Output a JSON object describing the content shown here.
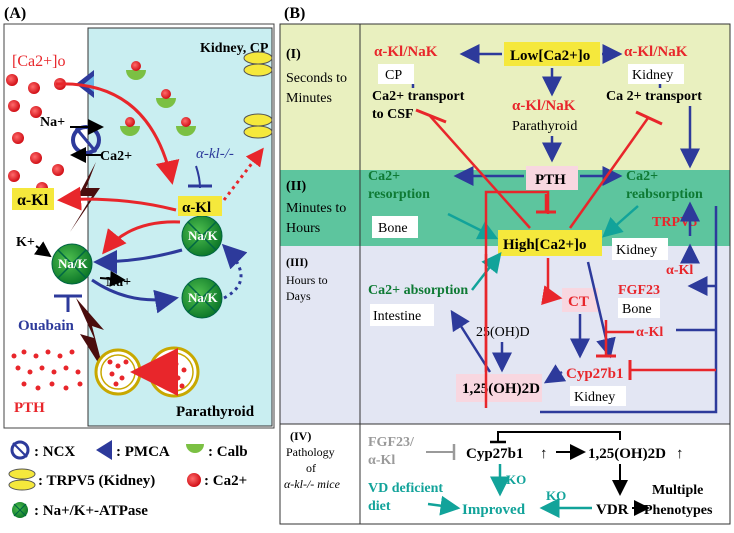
{
  "panelA": {
    "label": "(A)",
    "ca_out": "[Ca2+]o",
    "kidney_cp": "Kidney, CP",
    "na_plus": "Na+",
    "ca2_plus": "Ca2+",
    "alpha_kl_left": "α-Kl",
    "alpha_kl_center": "α-Kl",
    "kl_knockout": "α-kl-/-",
    "k_plus": "K+",
    "na_plus_2": "Na+",
    "nak_1": "Na/K",
    "nak_2": "Na/K",
    "nak_3": "Na/K",
    "ouabain": "Ouabain",
    "pth": "PTH",
    "parathyroid": "Parathyroid"
  },
  "legend": {
    "ncx": ": NCX",
    "pmca": ": PMCA",
    "calb": ": Calb",
    "trpv5": ": TRPV5 (Kidney)",
    "ca": ": Ca2+",
    "atpase": ": Na+/K+-ATPase"
  },
  "panelB": {
    "label": "(B)",
    "row1": {
      "roman": "(I)",
      "line1": "Seconds to",
      "line2": "Minutes"
    },
    "row2": {
      "roman": "(II)",
      "line1": "Minutes to",
      "line2": "Hours"
    },
    "row3": {
      "roman": "(III)",
      "line1": "Hours to",
      "line2": "Days"
    },
    "row4": {
      "roman": "(IV)",
      "line1": "Pathology",
      "line2": "of",
      "line3": "α-kl-/- mice"
    },
    "kl_nak_left": "α-Kl/NaK",
    "cp": "CP",
    "low_ca": "Low[Ca2+]o",
    "kl_nak_right": "α-Kl/NaK",
    "kidney_top": "Kidney",
    "ca_transport_csf_1": "Ca2+ transport",
    "ca_transport_csf_2": "to CSF",
    "kl_nak_center": "α-Kl/NaK",
    "parathyroid": "Parathyroid",
    "ca_transport_right": "Ca 2+ transport",
    "ca_resorption_1": "Ca2+",
    "ca_resorption_2": "resorption",
    "pth": "PTH",
    "ca_reabsorption_1": "Ca2+",
    "ca_reabsorption_2": "reabsorption",
    "bone": "Bone",
    "trpv5": "TRPV5",
    "high_ca": "High[Ca2+]o",
    "kidney_mid": "Kidney",
    "alpha_kl_1": "α-Kl",
    "ca_absorption": "Ca2+ absorption",
    "ct": "CT",
    "fgf23": "FGF23",
    "bone_2": "Bone",
    "intestine": "Intestine",
    "oh_d": "25(OH)D",
    "alpha_kl_2": "α-Kl",
    "cyp27b1": "Cyp27b1",
    "oh2_d": "1,25(OH)2D",
    "kidney_bottom": "Kidney",
    "fgf23_kl_1": "FGF23/",
    "fgf23_kl_2": "α-Kl",
    "cyp27b1_iv": "Cyp27b1",
    "oh2_d_iv": "1,25(OH)2D",
    "ko_1": "KO",
    "ko_2": "KO",
    "vd_diet_1": "VD deficient",
    "vd_diet_2": "diet",
    "improved": "Improved",
    "vdr": "VDR",
    "multiple_1": "Multiple",
    "multiple_2": "Phenotypes"
  }
}
